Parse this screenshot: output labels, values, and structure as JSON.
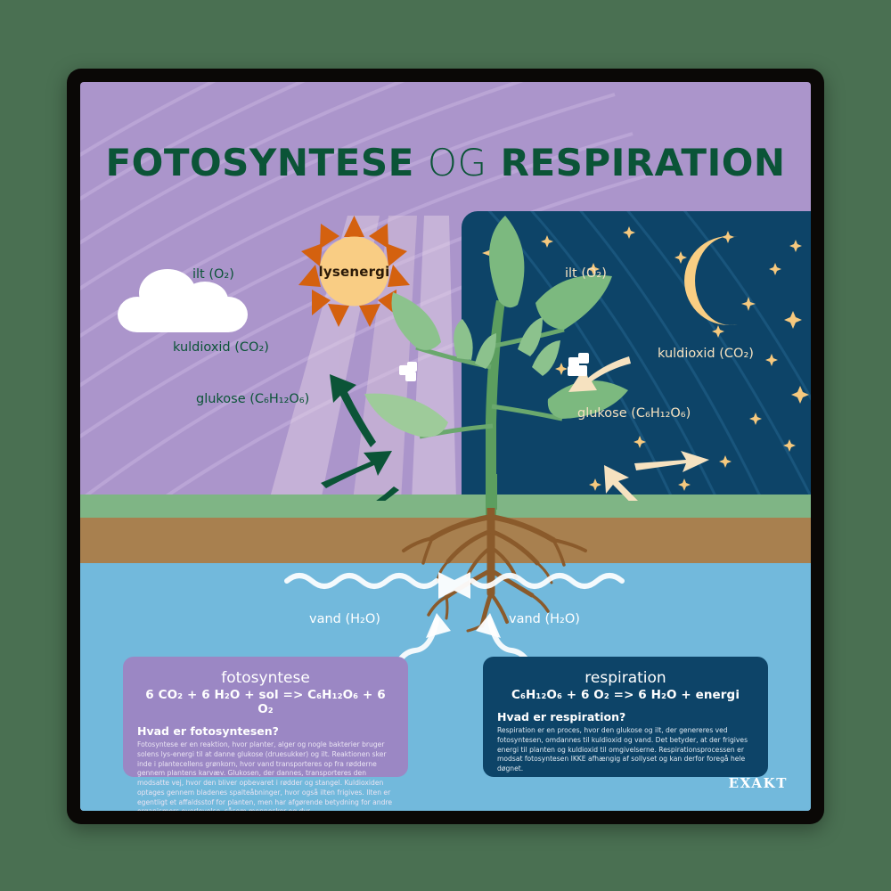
{
  "poster": {
    "title_part1": "FOTOSYNTESE",
    "title_part2": "OG",
    "title_part3": "RESPIRATION",
    "logo": "EXAKT"
  },
  "scene": {
    "sun_label": "lysenergi",
    "cloud_name": "cloud",
    "moon_name": "moon"
  },
  "day_labels": {
    "oxygen": "ilt (O₂)",
    "carbon_dioxide": "kuldioxid (CO₂)",
    "glucose": "glukose (C₆H₁₂O₆)"
  },
  "night_labels": {
    "oxygen": "ilt (O₂)",
    "carbon_dioxide": "kuldioxid (CO₂)",
    "glucose": "glukose (C₆H₁₂O₆)"
  },
  "water_labels": {
    "left": "vand (H₂O)",
    "right": "vand (H₂O)"
  },
  "photosynthesis_box": {
    "title": "fotosyntese",
    "equation": "6 CO₂ + 6 H₂O + sol => C₆H₁₂O₆ + 6 O₂",
    "heading": "Hvad er fotosyntesen?",
    "body": "Fotosyntese er en reaktion, hvor planter, alger og nogle bakterier bruger solens lys-energi til at danne glukose (druesukker) og ilt. Reaktionen sker inde i plantecellens grønkorn, hvor vand transporteres op fra rødderne gennem plantens karvæv. Glukosen, der dannes, transporteres den modsatte vej, hvor den bliver opbevaret i rødder og stangel. Kuldioxiden optages gennem bladenes spalteåbninger, hvor også ilten frigives. Ilten er egentligt et affaldsstof for planten, men har afgørende betydning for andre organismers overlevelse, såsom mennesker og dyr."
  },
  "respiration_box": {
    "title": "respiration",
    "equation": "C₆H₁₂O₆ + 6 O₂ => 6 H₂O + energi",
    "heading": "Hvad er respiration?",
    "body": "Respiration er en proces, hvor den glukose og ilt, der genereres ved fotosyntesen, omdannes til kuldioxid og vand. Det betyder, at der frigives energi til planten og kuldioxid til omgivelserne. Respirationsprocessen er modsat fotosyntesen IKKE afhængig af sollyset og kan derfor foregå hele døgnet."
  },
  "colors": {
    "background": "#4a7052",
    "frame": "#0a0806",
    "sky_purple": "#ab95cb",
    "night_blue": "#0d4468",
    "grass_green": "#7fb585",
    "soil_brown": "#a8804f",
    "water_blue": "#72b9dc",
    "title_green": "#0b5437",
    "sun_orange": "#d4610f",
    "sun_inner": "#f9cd84",
    "moon_yellow": "#f9ce83",
    "leaf_green": "#7cb97f",
    "stem_green": "#5c9e5f",
    "root_brown": "#8a5a2b",
    "night_label_cream": "#f6e2c0",
    "photo_box": "#9b87c4"
  }
}
